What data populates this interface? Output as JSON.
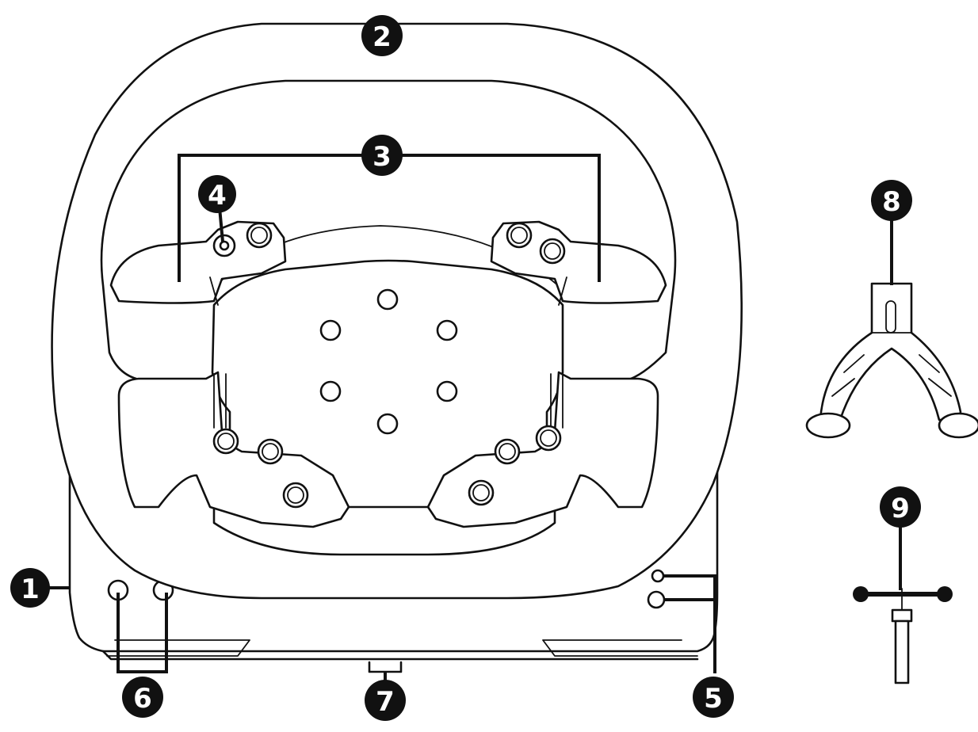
{
  "callouts": [
    {
      "id": "1",
      "label": "1"
    },
    {
      "id": "2",
      "label": "2"
    },
    {
      "id": "3",
      "label": "3"
    },
    {
      "id": "4",
      "label": "4"
    },
    {
      "id": "5",
      "label": "5"
    },
    {
      "id": "6",
      "label": "6"
    },
    {
      "id": "7",
      "label": "7"
    },
    {
      "id": "8",
      "label": "8"
    },
    {
      "id": "9",
      "label": "9"
    }
  ],
  "colors": {
    "line": "#111111",
    "background": "#ffffff",
    "badge": "#111111",
    "badge_text": "#ffffff"
  }
}
